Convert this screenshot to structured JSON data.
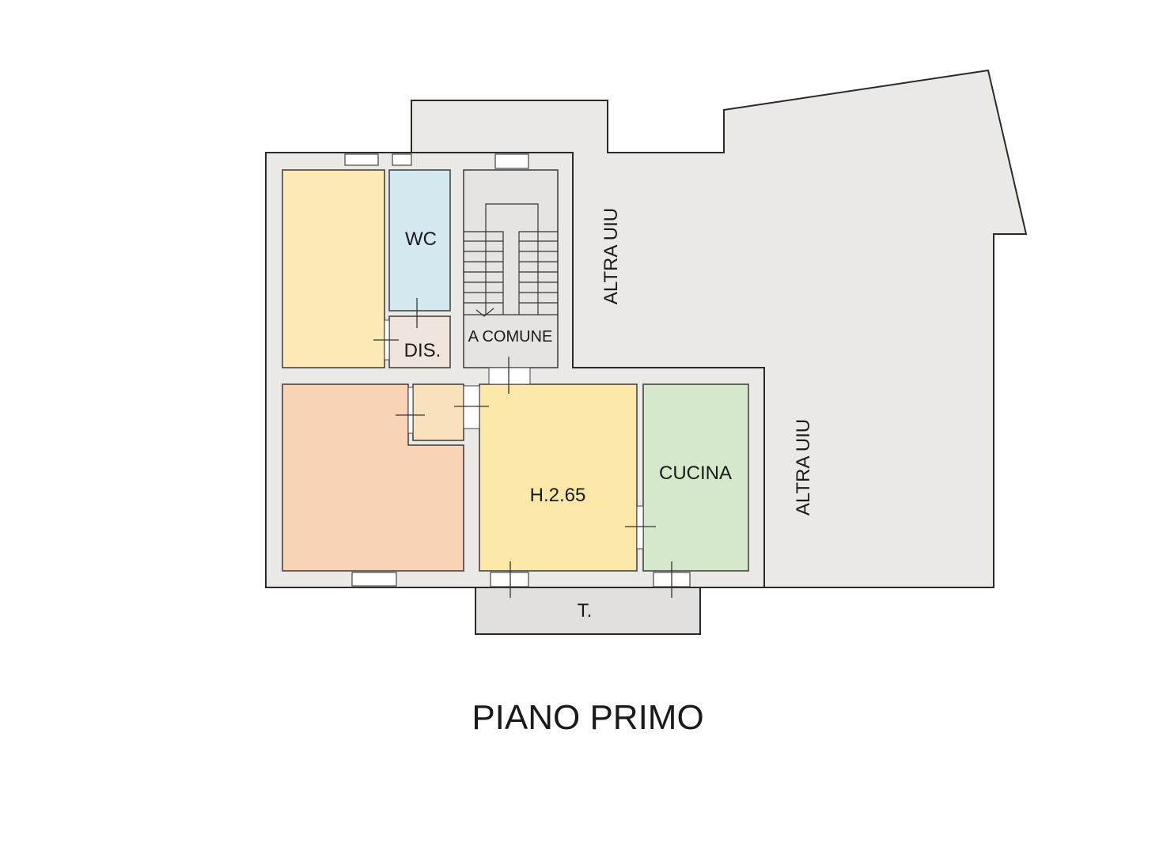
{
  "plan_title": "PIANO PRIMO",
  "rooms": {
    "wc": "WC",
    "dis": "DIS.",
    "stair_common": "A COMUNE",
    "living": "H.2.65",
    "kitchen": "CUCINA",
    "terrace": "T."
  },
  "neighbors": {
    "north": "ALTRA UIU",
    "east": "ALTRA UIU"
  },
  "colors": {
    "wall": "#ebe9e6",
    "bedroom_yellow": "#fbe9b6",
    "wc_blue": "#d4e8f0",
    "dis": "#efe4dc",
    "bedroom_orange": "#f8d3b6",
    "closet": "#f9e2bb",
    "living_yellow": "#fbe7a8",
    "kitchen_green": "#d6e8cc",
    "terrace": "#e2e0de"
  }
}
